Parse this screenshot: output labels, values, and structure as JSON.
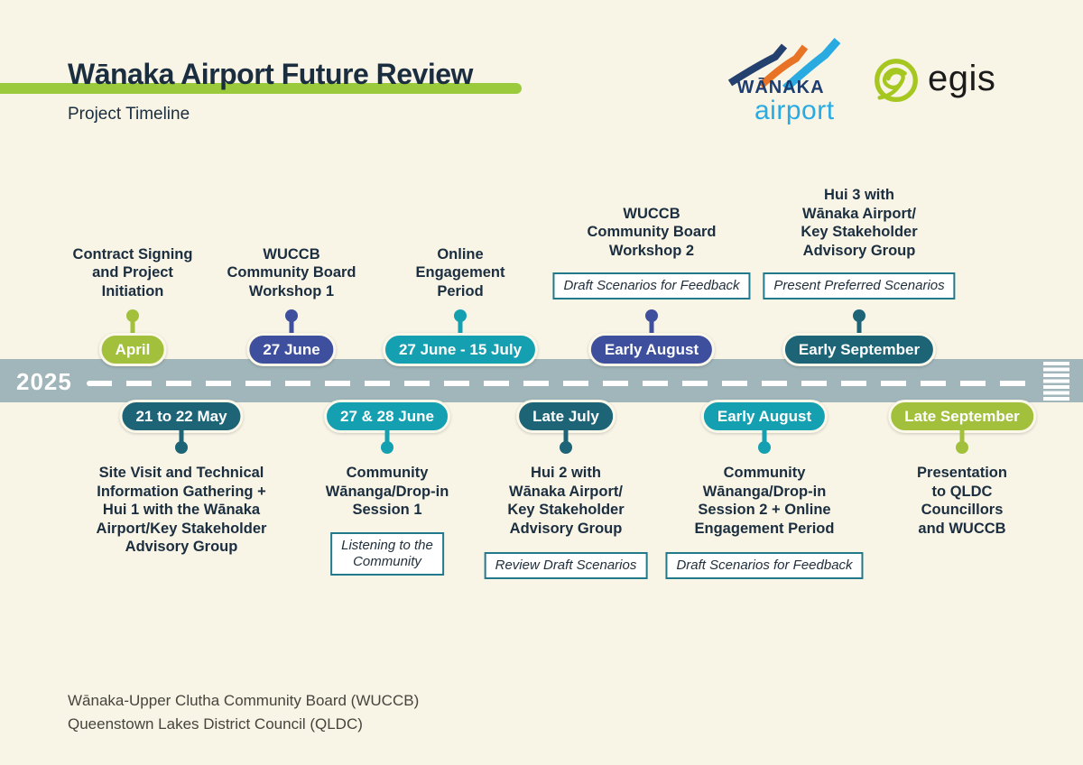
{
  "header": {
    "title": "Wānaka Airport Future Review",
    "subtitle": "Project Timeline"
  },
  "logos": {
    "wanaka_airport": {
      "name": "WĀNAKA",
      "sub": "airport"
    },
    "egis": {
      "name": "egis"
    }
  },
  "timeline": {
    "year": "2025"
  },
  "events_top": [
    {
      "date": "April",
      "color": "green",
      "label": "Contract Signing\nand Project\nInitiation"
    },
    {
      "date": "27 June",
      "color": "indigo",
      "label": "WUCCB\nCommunity Board\nWorkshop 1"
    },
    {
      "date": "27 June - 15 July",
      "color": "teal",
      "label": "Online\nEngagement\nPeriod"
    },
    {
      "date": "Early August",
      "color": "indigo",
      "label": "WUCCB\nCommunity Board\nWorkshop 2",
      "tag": "Draft Scenarios for Feedback"
    },
    {
      "date": "Early September",
      "color": "darkteal",
      "label": "Hui 3 with\nWānaka Airport/\nKey Stakeholder\nAdvisory Group",
      "tag": "Present Preferred Scenarios"
    }
  ],
  "events_bottom": [
    {
      "date": "21 to 22 May",
      "color": "darkteal",
      "label": "Site Visit and Technical\nInformation Gathering +\nHui 1 with the Wānaka\nAirport/Key Stakeholder\nAdvisory Group"
    },
    {
      "date": "27 & 28 June",
      "color": "teal",
      "label": "Community\nWānanga/Drop-in\nSession 1",
      "tag": "Listening to the\nCommunity"
    },
    {
      "date": "Late July",
      "color": "darkteal",
      "label": "Hui 2 with\nWānaka Airport/\nKey Stakeholder\nAdvisory Group",
      "tag": "Review Draft Scenarios"
    },
    {
      "date": "Early August",
      "color": "teal",
      "label": "Community\nWānanga/Drop-in\nSession 2 + Online\nEngagement Period",
      "tag": "Draft Scenarios for Feedback"
    },
    {
      "date": "Late September",
      "color": "green",
      "label": "Presentation\nto QLDC\nCouncillors\nand WUCCB"
    }
  ],
  "footer": {
    "line1": "Wānaka-Upper Clutha Community Board (WUCCB)",
    "line2": "Queenstown Lakes District Council (QLDC)"
  },
  "colors": {
    "background": "#f8f4e6",
    "navy": "#1b2e3f",
    "accent_bar": "#9cca3d",
    "green": "#a2c03c",
    "indigo": "#3e4f9d",
    "teal": "#14a0b0",
    "darkteal": "#1d6477",
    "band": "#a0b6ba",
    "box_border": "#23798c"
  }
}
